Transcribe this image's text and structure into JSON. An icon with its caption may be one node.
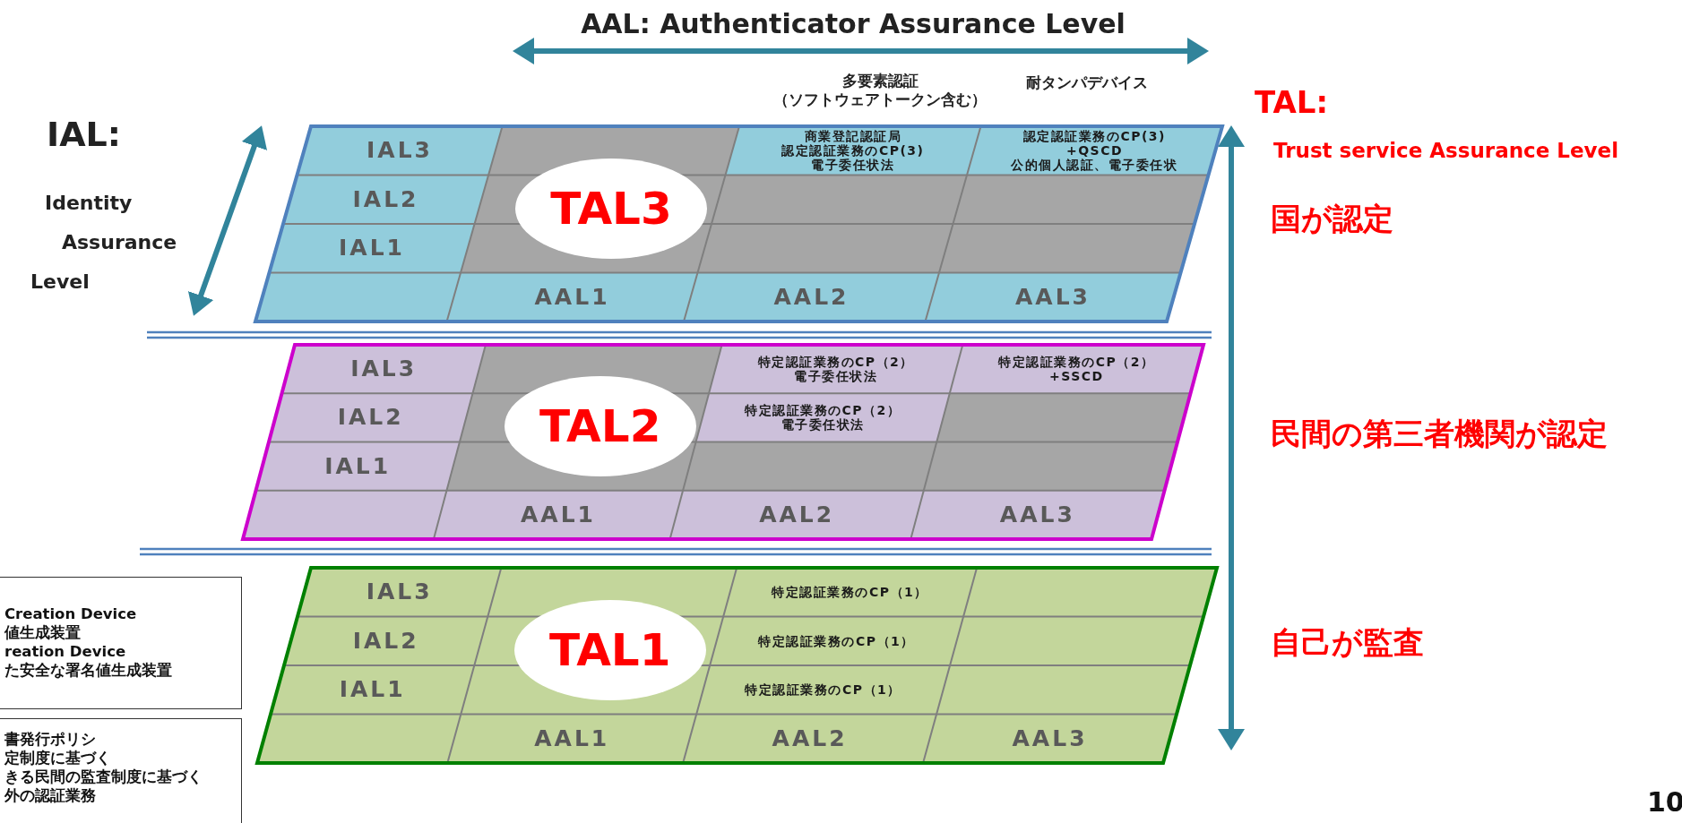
{
  "diagram": {
    "nodes": [
      {
        "text": [],
        "shape": "parallelogram"
      },
      {
        "text": [
          "TAL3"
        ],
        "in": 0
      },
      {
        "text": [
          "IAL3"
        ],
        "in": 0
      },
      {
        "text": [
          "商業登記認証局",
          "認定認証業務のCP(3)",
          "電子委任状法"
        ],
        "in": 0
      },
      {
        "text": [
          "認定認証業務のCP(3)",
          "+QSCD",
          "公的個人認証、電子委任状"
        ],
        "in": 0
      },
      {
        "text": [
          "IAL2"
        ],
        "in": 0
      },
      {
        "text": [
          "IAL1"
        ],
        "in": 0
      },
      {
        "text": [
          "AAL1"
        ],
        "in": 0
      },
      {
        "text": [
          "AAL2"
        ],
        "in": 0
      },
      {
        "text": [
          "AAL3"
        ],
        "in": 0
      },
      {
        "text": [],
        "shape": "parallelogram"
      },
      {
        "text": [
          "TAL2"
        ],
        "in": 10
      },
      {
        "text": [
          "IAL3"
        ],
        "in": 10
      },
      {
        "text": [
          "特定認証業務のCP（2）",
          "電子委任状法"
        ],
        "in": 10
      },
      {
        "text": [
          "特定認証業務のCP（2）",
          "+SSCD"
        ],
        "in": 10
      },
      {
        "text": [
          "IAL2"
        ],
        "in": 10
      },
      {
        "text": [
          "特定認証業務のCP（2）",
          "電子委任状法"
        ],
        "in": 10
      },
      {
        "text": [
          "IAL1"
        ],
        "in": 10
      },
      {
        "text": [
          "AAL1"
        ],
        "in": 10
      },
      {
        "text": [
          "AAL2"
        ],
        "in": 10
      },
      {
        "text": [
          "AAL3"
        ],
        "in": 10
      },
      {
        "text": [],
        "shape": "parallelogram"
      },
      {
        "text": [
          "TAL1"
        ],
        "in": 21
      },
      {
        "text": [
          "IAL3"
        ],
        "in": 21
      },
      {
        "text": [
          "特定認証業務のCP（1）"
        ],
        "in": 21
      },
      {
        "text": [
          "IAL2"
        ],
        "in": 21
      },
      {
        "text": [
          "特定認証業務のCP（1）"
        ],
        "in": 21
      },
      {
        "text": [
          "IAL1"
        ],
        "in": 21
      },
      {
        "text": [
          "特定認証業務のCP（1）"
        ],
        "in": 21
      },
      {
        "text": [
          "AAL1"
        ],
        "in": 21
      },
      {
        "text": [
          "AAL2"
        ],
        "in": 21
      },
      {
        "text": [
          "AAL3"
        ],
        "in": 21
      },
      {
        "text": [
          "Creation Device",
          "値生成装置",
          "reation Device",
          "た安全な署名値生成装置"
        ]
      },
      {
        "text": [
          "書発行ポリシ",
          "定制度に基づく",
          "きる民間の監査制度に基づく",
          "外の認証業務"
        ]
      }
    ],
    "labels": [
      "AAL: Authenticator Assurance Level",
      "多要素認証",
      "（ソフトウェアトークン含む）",
      "耐タンパデバイス",
      "TAL:",
      "IAL:",
      "Identity",
      "Trust service Assurance Level",
      "Assurance",
      "Level",
      "国が認定",
      "民間の第三者機関が認定",
      "自己が監査",
      "10"
    ]
  }
}
